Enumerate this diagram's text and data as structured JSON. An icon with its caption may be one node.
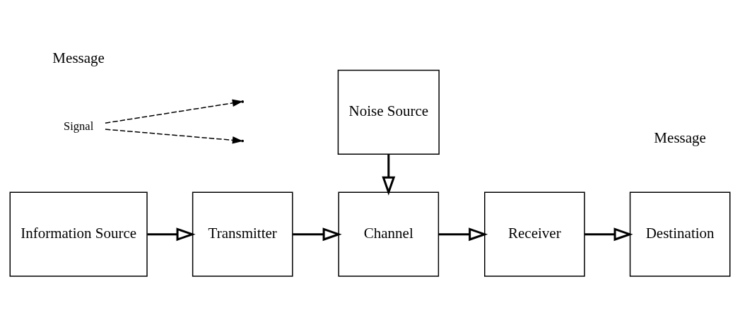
{
  "diagram": {
    "nodes": [
      {
        "text": [
          "Information Source"
        ]
      },
      {
        "text": [
          "Transmitter"
        ]
      },
      {
        "text": [
          "Channel"
        ]
      },
      {
        "text": [
          "Receiver"
        ]
      },
      {
        "text": [
          "Destination"
        ]
      },
      {
        "text": [
          "Noise Source"
        ]
      },
      {
        "text": [
          "Signal"
        ]
      }
    ],
    "edges": [
      {
        "from": 0,
        "to": 1,
        "arrow": "to"
      },
      {
        "from": 1,
        "to": 2,
        "arrow": "to"
      },
      {
        "from": 2,
        "to": 3,
        "arrow": "to"
      },
      {
        "from": 3,
        "to": 4,
        "arrow": "to"
      },
      {
        "from": 5,
        "to": 2,
        "arrow": "to"
      },
      {
        "from": 6,
        "to": null,
        "arrow": "to",
        "style": "dashed"
      },
      {
        "from": 6,
        "to": null,
        "arrow": "to",
        "style": "dashed"
      }
    ],
    "labels": [
      "Message",
      "Message"
    ]
  }
}
